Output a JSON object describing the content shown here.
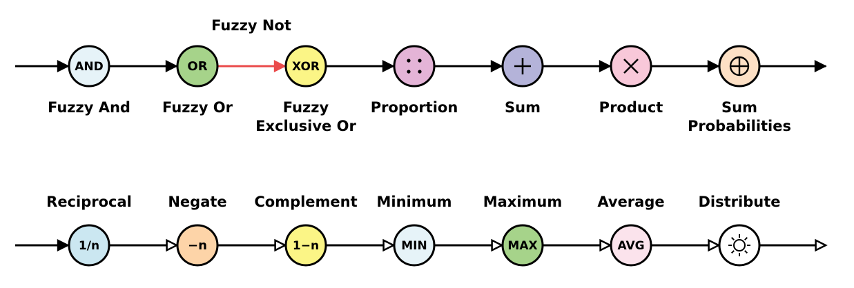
{
  "row1": {
    "nodes": [
      {
        "id": "and",
        "symbol": "AND",
        "label": "Fuzzy And",
        "fill": "#e6f3f8"
      },
      {
        "id": "or",
        "symbol": "OR",
        "label": "Fuzzy Or",
        "fill": "#a6d38a"
      },
      {
        "id": "xor",
        "symbol": "XOR",
        "label": "Fuzzy\nExclusive Or",
        "fill": "#fbf586"
      },
      {
        "id": "prop",
        "symbol": "∷",
        "label": "Proportion",
        "fill": "#e4b4d7"
      },
      {
        "id": "sum",
        "symbol": "+",
        "label": "Sum",
        "fill": "#b4b3d9"
      },
      {
        "id": "prod",
        "symbol": "×",
        "label": "Product",
        "fill": "#f8c8d9"
      },
      {
        "id": "sump",
        "symbol": "⊕",
        "label": "Sum\nProbabilities",
        "fill": "#fde0c5"
      }
    ],
    "special_edge_label": "Fuzzy Not",
    "special_edge_color": "#ea4b4b"
  },
  "row2": {
    "nodes": [
      {
        "id": "recip",
        "symbol": "1/n",
        "label": "Reciprocal",
        "fill": "#cbe7f1"
      },
      {
        "id": "neg",
        "symbol": "−n",
        "label": "Negate",
        "fill": "#fdd4a8"
      },
      {
        "id": "comp",
        "symbol": "1−n",
        "label": "Complement",
        "fill": "#fbf586"
      },
      {
        "id": "min",
        "symbol": "MIN",
        "label": "Minimum",
        "fill": "#e6f3f8"
      },
      {
        "id": "max",
        "symbol": "MAX",
        "label": "Maximum",
        "fill": "#a6d38a"
      },
      {
        "id": "avg",
        "symbol": "AVG",
        "label": "Average",
        "fill": "#fbe3ec"
      },
      {
        "id": "dist",
        "symbol": "☼",
        "label": "Distribute",
        "fill": "#ffffff"
      }
    ]
  }
}
